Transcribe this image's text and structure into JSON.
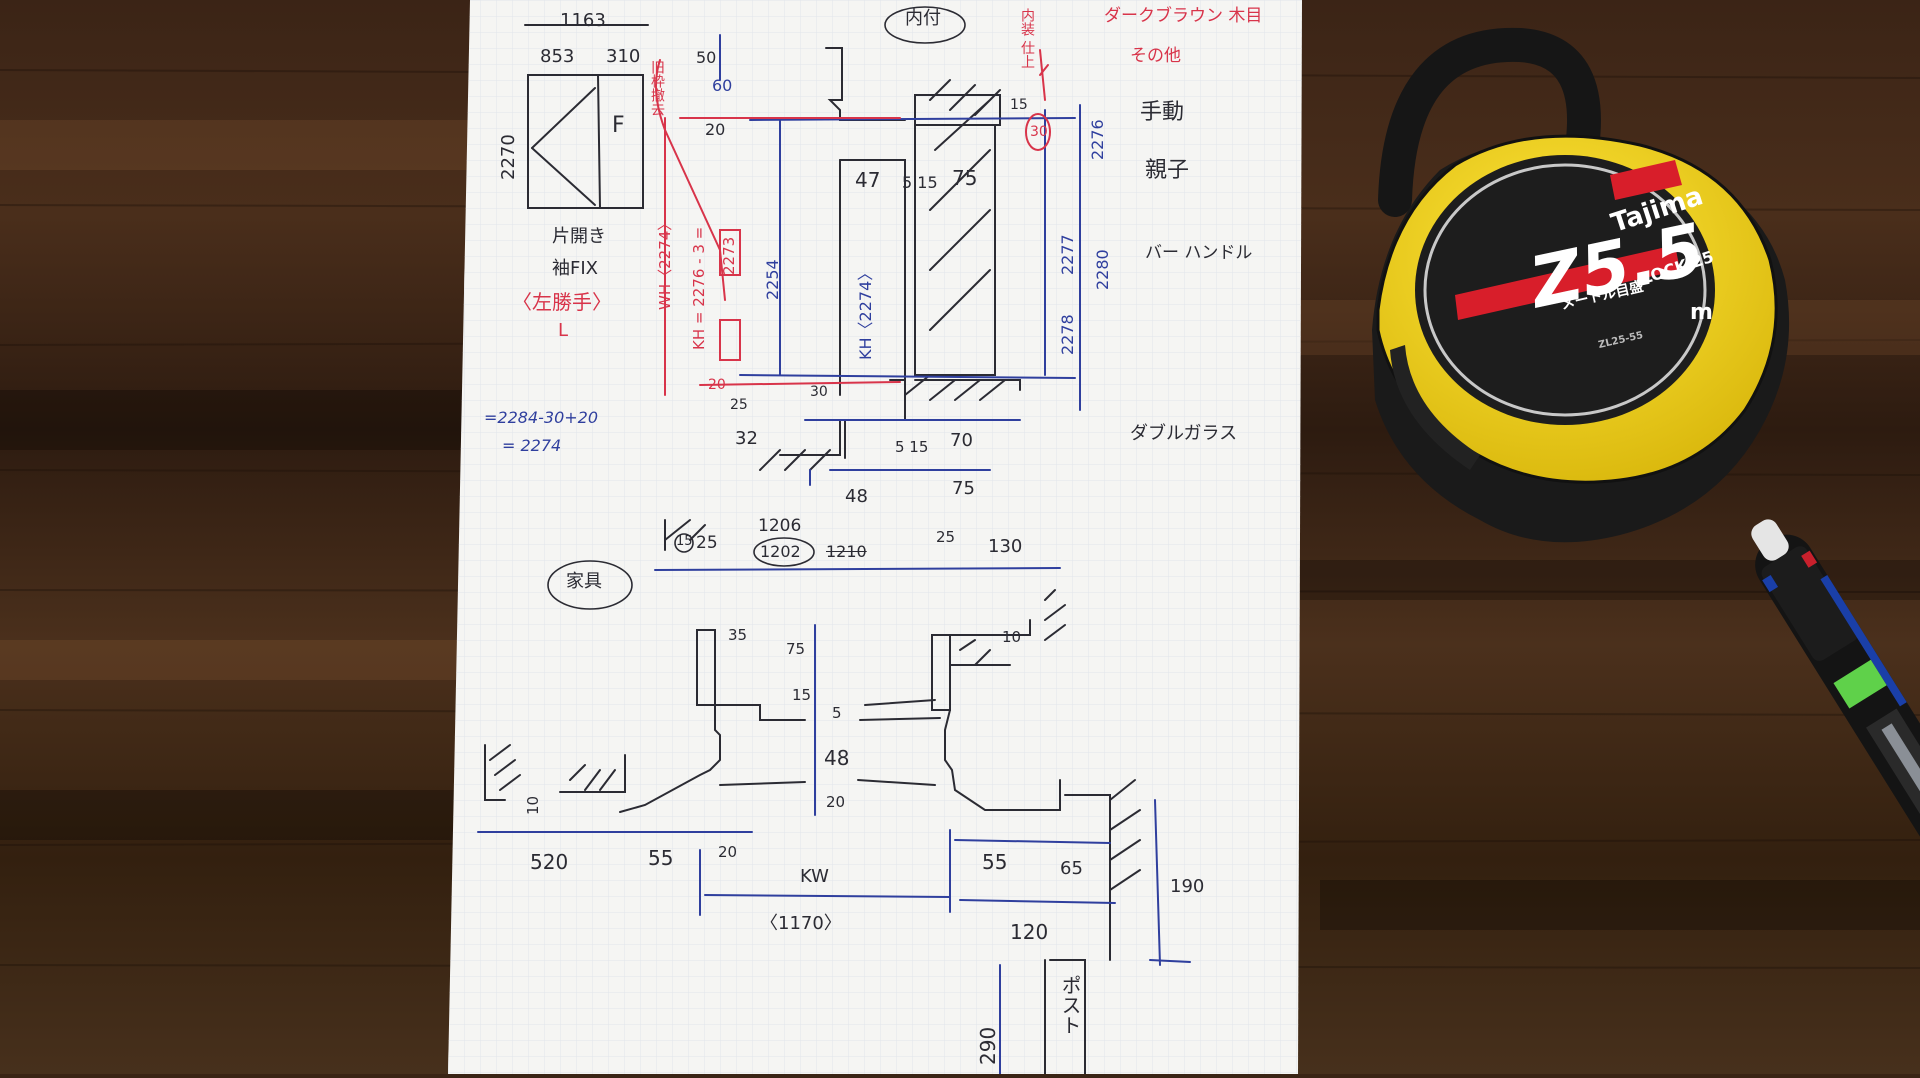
{
  "background": {
    "wood_dark": "#2a1a0f",
    "wood_mid": "#4a2e1a",
    "paper": "#f4f4f2",
    "grid": "#d9dde6"
  },
  "sketch": {
    "top_left": {
      "dim_total": "1163",
      "dim_left": "853",
      "dim_right": "310",
      "dim_height": "2270",
      "door_letter": "F",
      "note_line1": "片開き",
      "note_line2": "袖FIX",
      "note_hand": "〈左勝手〉",
      "note_hand2": "L",
      "calc1": "=2284-30+20",
      "calc2": "= 2274"
    },
    "top_right_notes": {
      "note1": "ダークブラウン 木目",
      "note2": "その他",
      "note3": "手動",
      "note4": "親子",
      "note5": "バー ハンドル",
      "note6": "ダブルガラス"
    },
    "section_dims": {
      "d50": "50",
      "d60": "60",
      "d20": "20",
      "d15": "15",
      "d47": "47",
      "d515": "5 15",
      "d75": "75",
      "d2254": "2254",
      "d2277": "2277",
      "kh_label": "KH〈2274〉",
      "d20b": "20",
      "d25": "25",
      "d30": "30",
      "d32": "32",
      "d515b": "5 15",
      "d70": "70",
      "d48": "48",
      "d75b": "75",
      "d30circle": "30",
      "d2276": "2276",
      "d2280": "2280",
      "d2278": "2278",
      "red_kh": "KH = 2276 - 3 =",
      "red_2273": "2273",
      "red_note": "旧枠撤去",
      "red_wh": "WH〈2274〉",
      "naiko": "内付",
      "red_top": "内装 仕上"
    },
    "plan": {
      "d1206": "1206",
      "d15": "15",
      "d25a": "25",
      "d1202": "1202",
      "d1210": "1210",
      "d25b": "25",
      "d130": "130",
      "kagu": "家具",
      "d35": "35",
      "d75": "75",
      "d10": "10",
      "d15b": "15",
      "d5": "5",
      "d48": "48",
      "d20": "20",
      "d10b": "10",
      "d520": "520",
      "d55": "55",
      "d20b": "20",
      "kw": "KW",
      "kw_val": "〈1170〉",
      "d55b": "55",
      "d65": "65",
      "d190": "190",
      "d120": "120",
      "d290": "290",
      "post": "ポスト"
    }
  },
  "tape_measure": {
    "brand": "Tajima",
    "model_big": "Z5.5",
    "model_small": "LOCK-25",
    "unit": "m",
    "caption": "メートル目盛",
    "code": "ZL25-55",
    "colors": {
      "yellow": "#f2d21b",
      "black": "#1a1a1a",
      "red": "#d81e2a"
    }
  },
  "pen": {
    "colors": {
      "body": "#111111",
      "clip": "#8a8f96",
      "green": "#5fd14a",
      "red": "#c8202c",
      "blue": "#1a3fa8"
    }
  }
}
